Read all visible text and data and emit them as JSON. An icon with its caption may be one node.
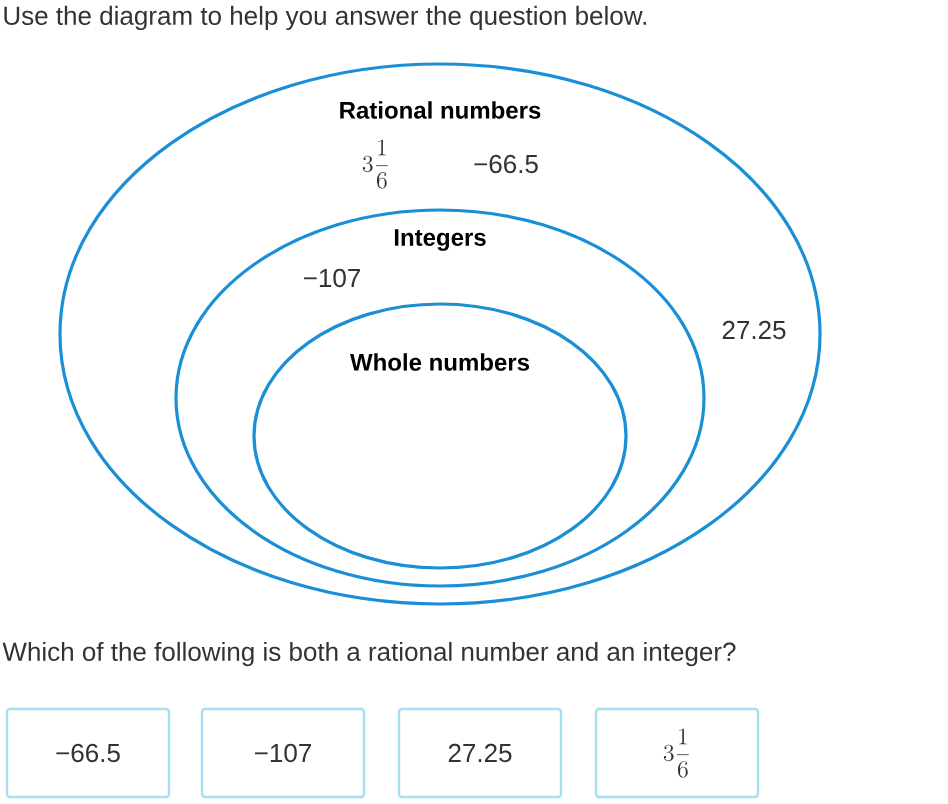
{
  "diagram": {
    "nodes": [
      {
        "text": [
          "Rational numbers",
          "3\\frac{1}{6}",
          "−66.5",
          "27.25"
        ]
      },
      {
        "text": [
          "Integers",
          "−107"
        ],
        "in": 0
      },
      {
        "text": [
          "Whole numbers"
        ],
        "in": 1
      },
      {
        "text": [
          "−66.5"
        ]
      },
      {
        "text": [
          "−107"
        ]
      },
      {
        "text": [
          "27.25"
        ]
      },
      {
        "text": [
          "3\\frac{1}{6}"
        ]
      }
    ],
    "labels": [
      "Use the diagram to help you answer the question below.",
      "Which of the following is both a rational number and an integer?"
    ]
  }
}
